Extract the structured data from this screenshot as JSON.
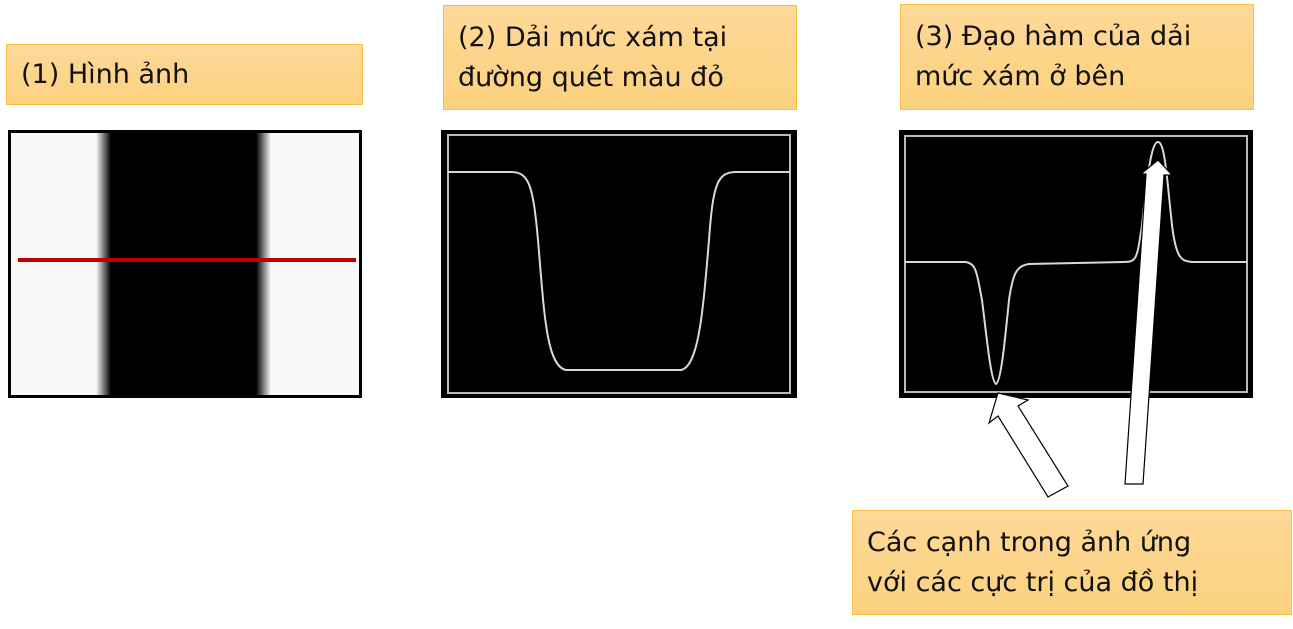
{
  "labels": {
    "image": "(1) Hình ảnh",
    "profile_line1": "(2) Dải mức xám tại",
    "profile_line2": "đường quét màu đỏ",
    "derivative_line1": "(3) Đạo hàm của dải",
    "derivative_line2": "mức xám ở bên",
    "note_line1": "Các cạnh trong ảnh ứng",
    "note_line2": "với các cực trị của đồ thị"
  },
  "colors": {
    "label_bg": "#fcd385",
    "label_border": "#f5c242",
    "scanline": "#c00000",
    "curve": "#d9d9d9"
  }
}
